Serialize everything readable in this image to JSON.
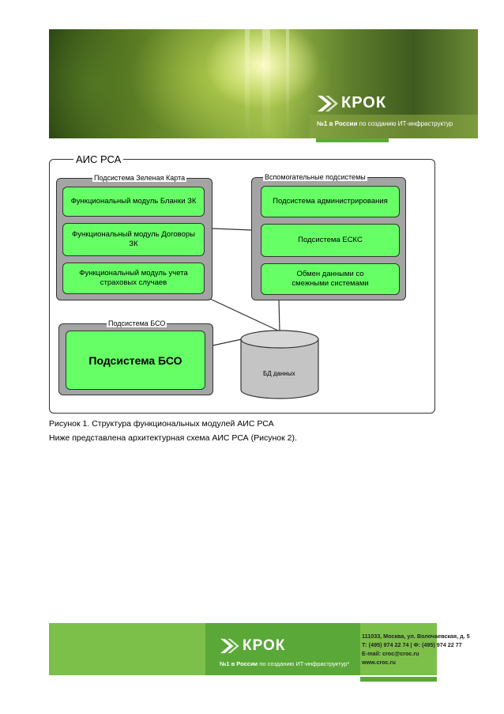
{
  "header": {
    "logo_text": "КРОК",
    "tagline_bold": "№1 в России",
    "tagline_rest": "по созданию ИТ-инфраструктур"
  },
  "diagram": {
    "title": "АИС  РСА",
    "groups": {
      "green_card": {
        "title": "Подсистема Зеленая Карта",
        "modules": [
          "Функциональный модуль Бланки ЗК",
          "Функциональный модуль Договоры ЗК",
          "Функциональный модуль учета страховых случаев"
        ]
      },
      "aux": {
        "title": "Вспомогательные подсистемы",
        "modules": [
          "Подсистема администрирования",
          "Подсистема ЕСКС",
          "Обмен данными со смежными системами"
        ]
      },
      "bso": {
        "title": "Подсистема БСО",
        "module": "Подсистема БСО"
      }
    },
    "database": "БД данных"
  },
  "caption": "Рисунок 1. Структура функциональных модулей АИС РСА",
  "paragraph": "Ниже представлена архитектурная схема АИС РСА (Рисунок 2).",
  "footer": {
    "logo_text": "КРОК",
    "tagline_bold": "№1 в России",
    "tagline_rest": "по созданию ИТ-инфраструктур*",
    "address": "111033, Москва, ул. Волочаевская, д. 5",
    "phones": "Т: (495) 974 22 74 | Ф: (495) 974 22 77",
    "email": "E-mail: croc@croc.ru",
    "site": "www.croc.ru"
  },
  "colors": {
    "module_green": "#66ff66",
    "group_gray": "#a4a4a4",
    "footer_green": "#7cc04a",
    "footer_dark_green": "#5aa837"
  }
}
